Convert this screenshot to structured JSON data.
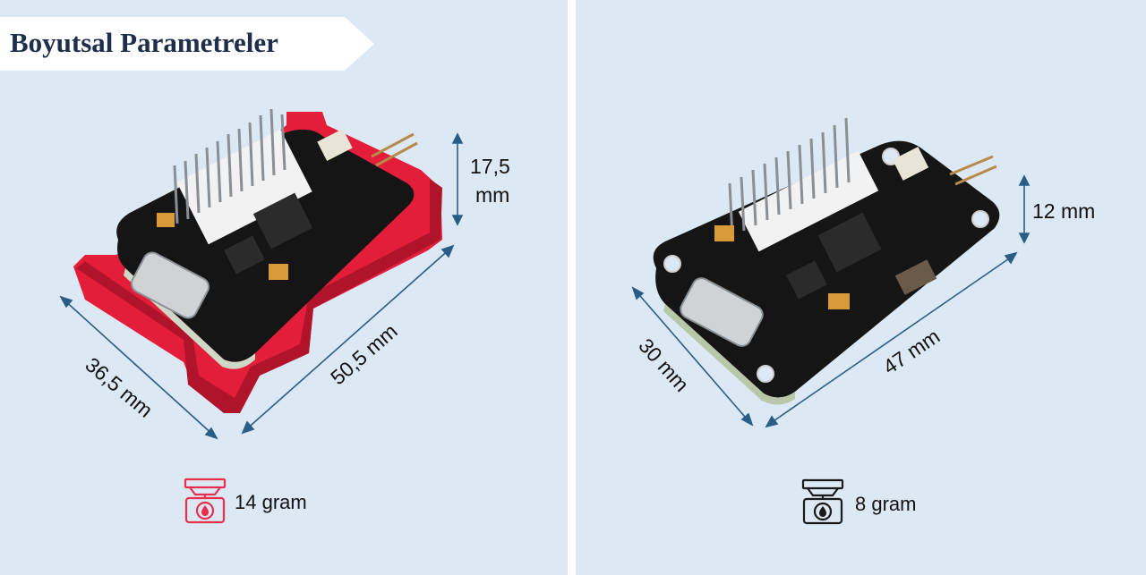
{
  "title": "Boyutsal Parametreler",
  "left": {
    "height_label_line1": "17,5",
    "height_label_line2": "mm",
    "width_label": "36,5 mm",
    "length_label": "50,5 mm",
    "weight_label": "14 gram",
    "icon_color": "#e8304e",
    "case_color": "#e41e3a"
  },
  "right": {
    "height_label": "12 mm",
    "width_label": "30 mm",
    "length_label": "47 mm",
    "weight_label": "8 gram",
    "icon_color": "#1a1a1a"
  },
  "colors": {
    "background": "#dde8f5",
    "dimension_line": "#2a5d86",
    "board": "#151515"
  }
}
